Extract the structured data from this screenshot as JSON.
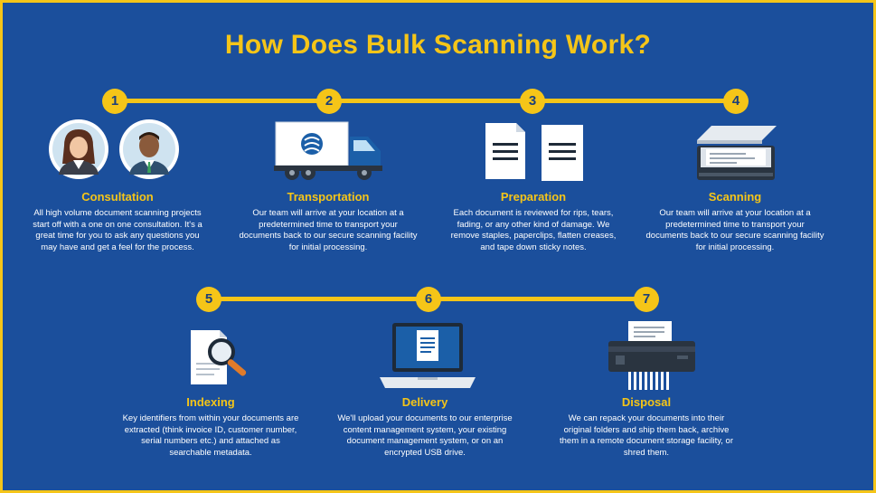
{
  "title": "How Does Bulk Scanning Work?",
  "steps": [
    {
      "number": "1",
      "title": "Consultation",
      "desc": "All high volume document scanning projects start off with a one on one consultation. It's a great time for you to ask any questions you may have and get a feel for the process."
    },
    {
      "number": "2",
      "title": "Transportation",
      "desc": "Our team will arrive at your location at a predetermined time to transport your documents back to our secure scanning facility for initial processing."
    },
    {
      "number": "3",
      "title": "Preparation",
      "desc": "Each document is reviewed for rips, tears, fading, or any other kind of damage. We remove staples, paperclips, flatten creases, and tape down sticky notes."
    },
    {
      "number": "4",
      "title": "Scanning",
      "desc": "Our team will arrive at your location at a predetermined time to transport your documents back to our secure scanning facility for initial processing."
    },
    {
      "number": "5",
      "title": "Indexing",
      "desc": "Key identifiers from within your documents are extracted (think invoice ID, customer number, serial numbers etc.) and attached as searchable metadata."
    },
    {
      "number": "6",
      "title": "Delivery",
      "desc": "We'll upload your documents to our enterprise content management system, your existing document management system, or on an encrypted USB drive."
    },
    {
      "number": "7",
      "title": "Disposal",
      "desc": "We can repack your documents into their original folders and ship them back, archive them in a remote document storage facility, or shred them."
    }
  ],
  "colors": {
    "background": "#1b4f9c",
    "accent": "#f5c518",
    "text": "#ffffff"
  },
  "icons": [
    "consultants-icon",
    "truck-icon",
    "documents-icon",
    "scanner-icon",
    "magnifier-document-icon",
    "laptop-icon",
    "shredder-icon"
  ]
}
